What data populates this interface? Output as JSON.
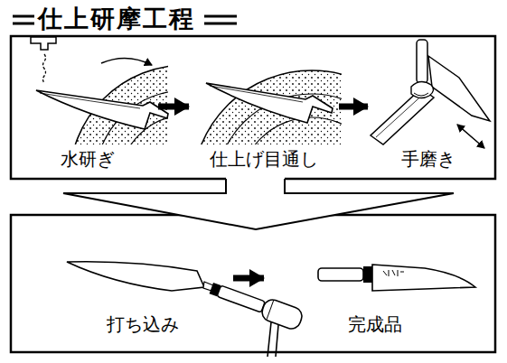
{
  "diagram": {
    "title": "仕上研摩工程",
    "nodes": [
      {
        "text": [
          "水研ぎ"
        ]
      },
      {
        "text": [
          "仕上げ目通し"
        ]
      },
      {
        "text": [
          "手磨き"
        ]
      },
      {
        "text": [
          "打ち込み"
        ]
      },
      {
        "text": [
          "完成品"
        ]
      }
    ],
    "edges": [
      {
        "from": 0,
        "to": 1,
        "arrow": "to"
      },
      {
        "from": 1,
        "to": 2,
        "arrow": "to"
      },
      {
        "from": 3,
        "to": 4,
        "arrow": "to"
      }
    ]
  }
}
